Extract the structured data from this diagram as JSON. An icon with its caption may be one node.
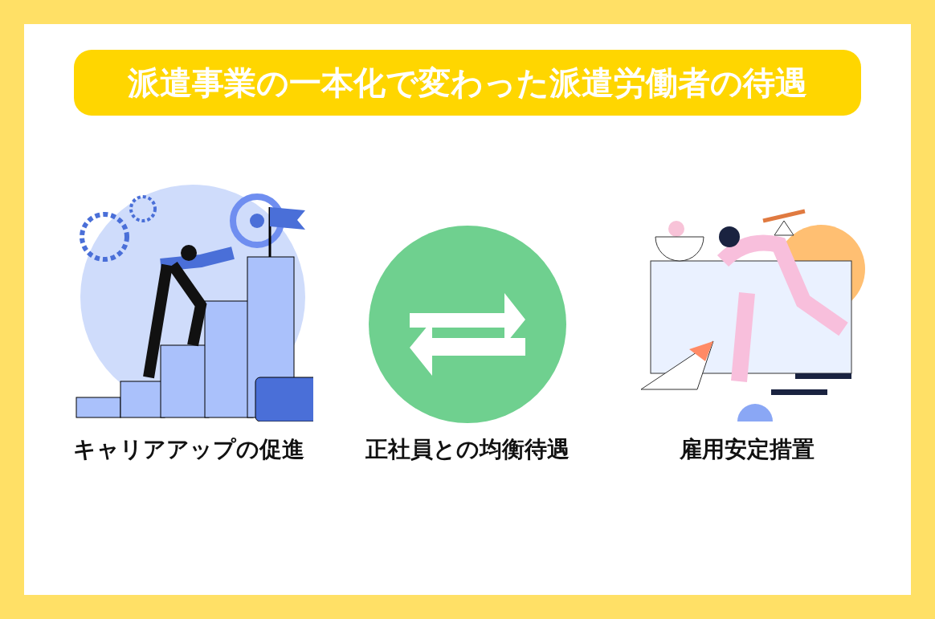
{
  "diagram": {
    "title": "派遣事業の一本化で変わった派遣労働者の待遇",
    "labels": [
      "キャリアアップの促進",
      "正社員との均衡待遇",
      "雇用安定措置"
    ]
  }
}
